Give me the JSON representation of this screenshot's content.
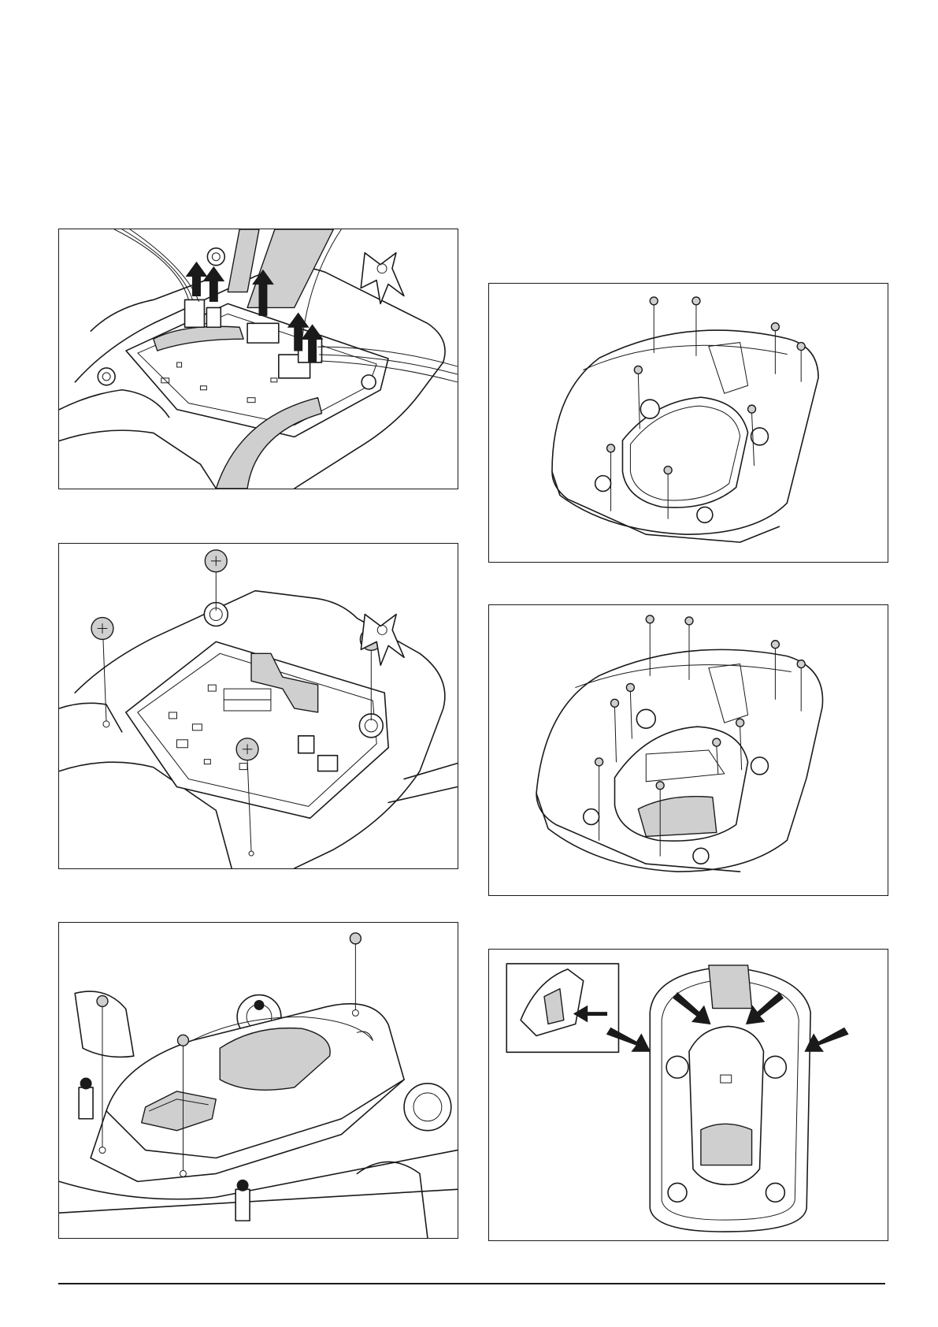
{
  "document": {
    "figures": [
      {
        "id": "fig-1",
        "content": "connectors-unplugged"
      },
      {
        "id": "fig-2",
        "content": "circuit-board-screws"
      },
      {
        "id": "fig-3",
        "content": "body-top-screws"
      },
      {
        "id": "fig-4",
        "content": "chassis-underside-screws"
      },
      {
        "id": "fig-5",
        "content": "chassis-underside-screws-alt"
      },
      {
        "id": "fig-6",
        "content": "body-release-clips"
      }
    ],
    "icons": [
      "arrow-up-icon",
      "screw-icon",
      "push-arrow-icon"
    ]
  }
}
